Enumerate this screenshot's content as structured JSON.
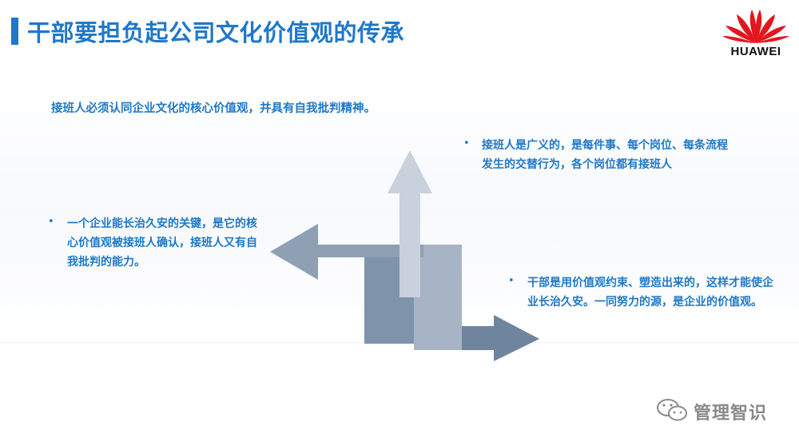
{
  "slide": {
    "title": "干部要担负起公司文化价值观的传承",
    "headline": "接班人必须认同企业文化的核心价值观，并具有自我批判精神。",
    "bullet_char": "•",
    "points": {
      "top": "接班人是广义的，是每件事、每个岗位、每条流程发生的交替行为，各个岗位都有接班人",
      "left": "一个企业能长治久安的关键，是它的核心价值观被接班人确认，接班人又有自我批判的能力。",
      "right": "干部是用价值观约束、塑造出来的，这样才能使企业长治久安。一同努力的源，是企业的价值观。"
    }
  },
  "logo": {
    "text": "HUAWEI",
    "color": "#e4151c"
  },
  "watermark": {
    "text": "管理智识"
  },
  "colors": {
    "accent": "#1f78c8",
    "arrow_dark": "#6f859f",
    "arrow_mid": "#9aa9bc",
    "arrow_light": "#c3ccd8"
  }
}
